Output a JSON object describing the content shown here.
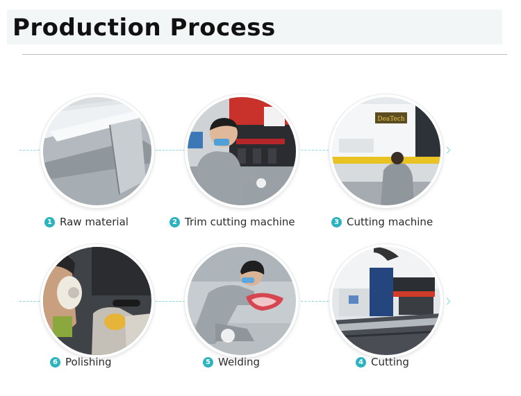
{
  "header": {
    "title": "Production Process"
  },
  "colors": {
    "accent": "#2bb3c0",
    "connector": "#7fd6dc"
  },
  "steps": [
    {
      "number": "1",
      "label": "Raw material"
    },
    {
      "number": "2",
      "label": "Trim cutting machine"
    },
    {
      "number": "3",
      "label": "Cutting machine"
    },
    {
      "number": "6",
      "label": "Polishing"
    },
    {
      "number": "5",
      "label": "Welding"
    },
    {
      "number": "4",
      "label": "Cutting"
    }
  ],
  "machine_brand": "DeaTech"
}
